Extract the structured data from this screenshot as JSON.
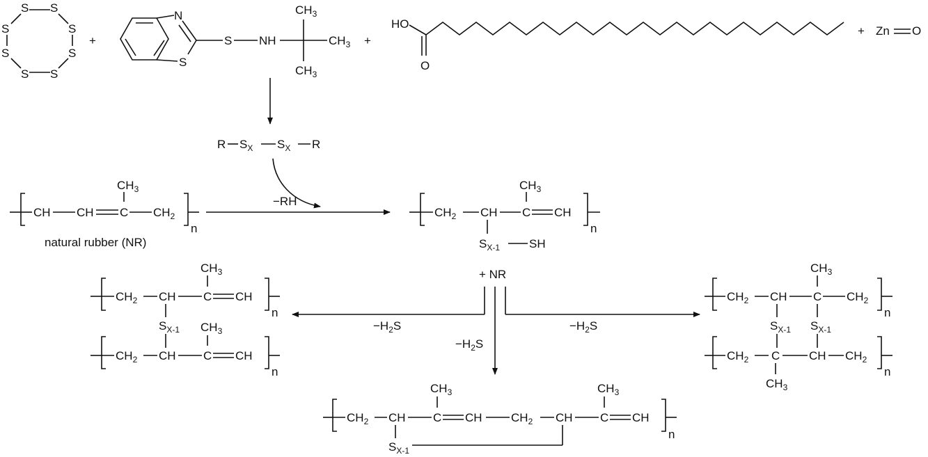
{
  "sulfur": {
    "atom": "S"
  },
  "plus": "+",
  "tbbs": {
    "n": "N",
    "s": "S",
    "s2": "S",
    "nh": "NH",
    "ch3": "CH",
    "sub3": "3"
  },
  "stearic": {
    "ho": "HO",
    "o": "O"
  },
  "zno": {
    "zn": "Zn",
    "o": "O"
  },
  "intermediate": {
    "r": "R",
    "s": "S",
    "x": "X"
  },
  "rh": "−RH",
  "nr": {
    "ch": "CH",
    "c": "C",
    "ch2": "CH",
    "sub2": "2",
    "n": "n",
    "caption": "natural rubber (NR)"
  },
  "pendant": {
    "s": "S",
    "x1": "X-1",
    "sh": "SH"
  },
  "plus_nr": "+ NR",
  "h2s": {
    "minus": "−H",
    "sub2": "2",
    "s": "S"
  }
}
